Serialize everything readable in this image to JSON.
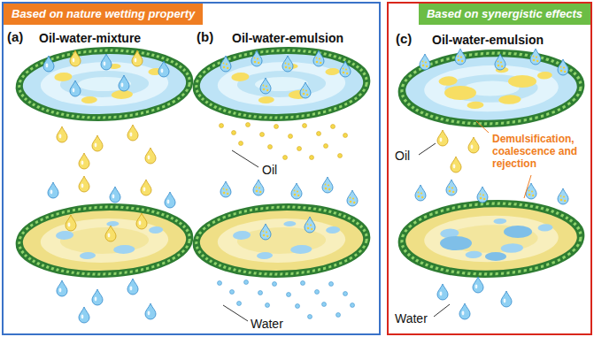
{
  "diagram": {
    "nodes": [
      {
        "text": [
          "Based on nature wetting property"
        ]
      },
      {
        "text": [
          "Based on synergistic effects"
        ]
      }
    ],
    "labels": [
      "(a)",
      "Oil-water-mixture",
      "(b)",
      "Oil-water-emulsion",
      "Oil",
      "Water",
      "(c)",
      "Oil-water-emulsion",
      "Oil",
      "Demulsification, coalescence and rejection",
      "Water"
    ]
  }
}
